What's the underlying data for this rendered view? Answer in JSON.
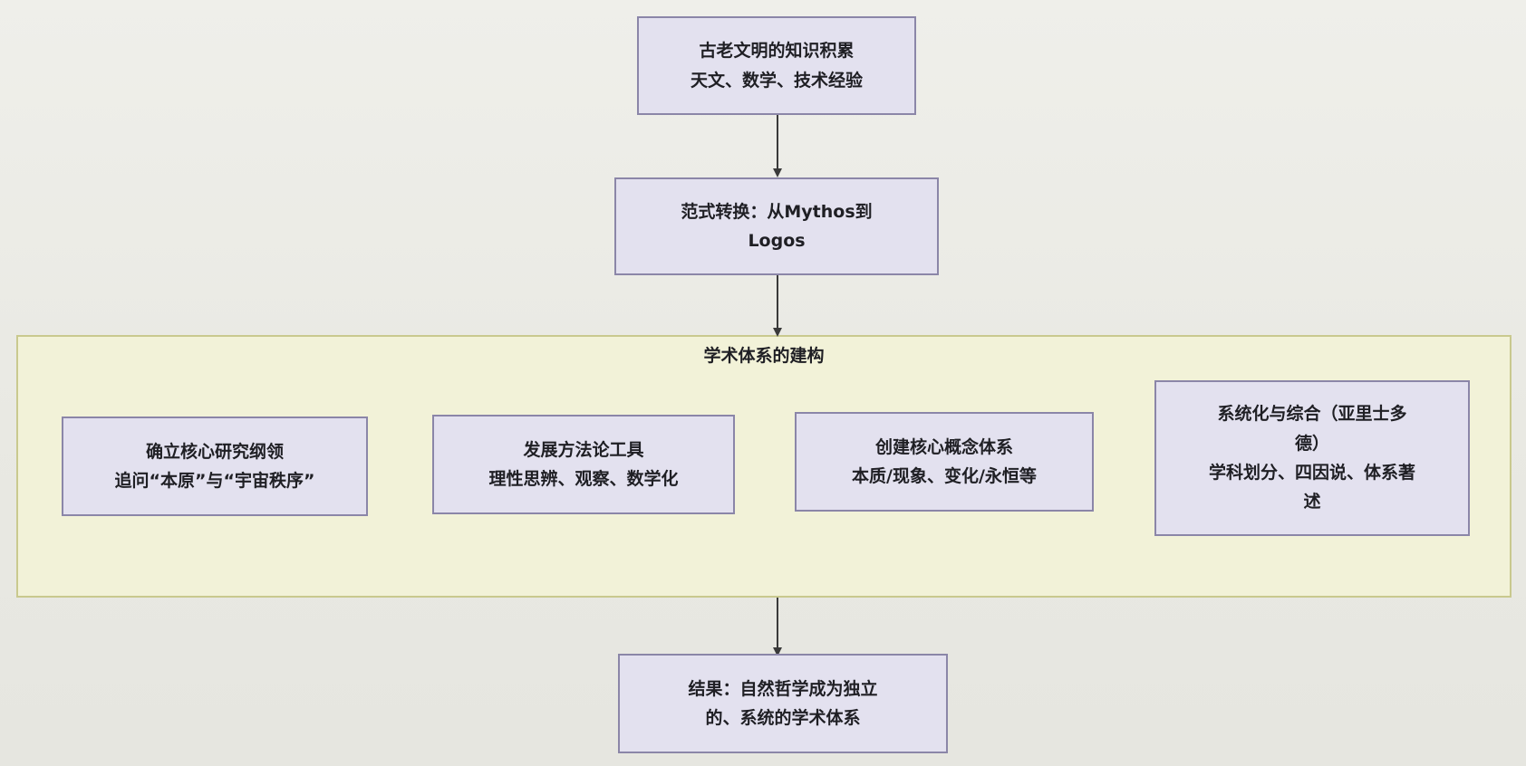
{
  "nodes": {
    "ancient": {
      "line1": "古老文明的知识积累",
      "line2": "天文、数学、技术经验"
    },
    "paradigm": {
      "line1": "范式转换：从Mythos到",
      "line2": "Logos"
    },
    "cluster": {
      "title": "学术体系的建构"
    },
    "program": {
      "line1": "确立核心研究纲领",
      "line2": "追问“本原”与“宇宙秩序”"
    },
    "method": {
      "line1": "发展方法论工具",
      "line2": "理性思辨、观察、数学化"
    },
    "concepts": {
      "line1": "创建核心概念体系",
      "line2": "本质/现象、变化/永恒等"
    },
    "synthesis": {
      "line1": "系统化与综合（亚里士多",
      "line2": "德）",
      "line3": "学科划分、四因说、体系著",
      "line4": "述"
    },
    "result": {
      "line1": "结果：自然哲学成为独立",
      "line2": "的、系统的学术体系"
    }
  },
  "colors": {
    "node_fill": "#e3e1ef",
    "node_border": "#8b86a8",
    "cluster_fill": "#f2f2d8",
    "cluster_border": "#c9c98e",
    "edge": "#3a3a3a"
  }
}
